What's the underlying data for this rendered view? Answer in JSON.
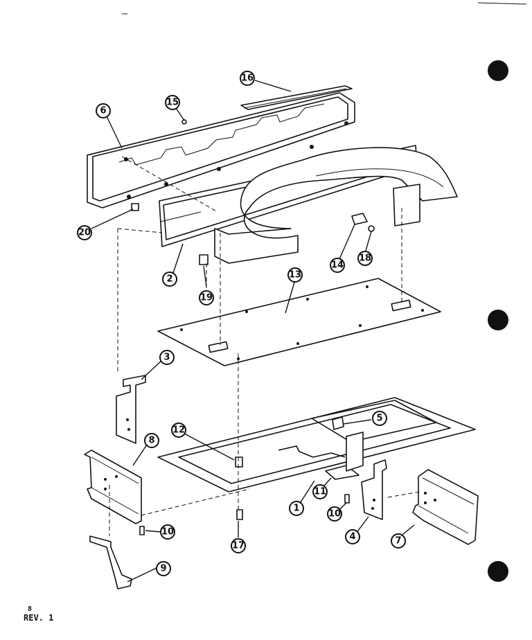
{
  "callouts": [
    "16",
    "15",
    "6",
    "20",
    "2",
    "19",
    "13",
    "14",
    "18",
    "3",
    "8",
    "12",
    "5",
    "11",
    "1",
    "10",
    "4",
    "7",
    "17",
    "10",
    "9"
  ],
  "footer": {
    "sheet": "8",
    "revision": "REV. 1"
  },
  "colors": {
    "ink": "#111111",
    "paper": "#ffffff"
  }
}
